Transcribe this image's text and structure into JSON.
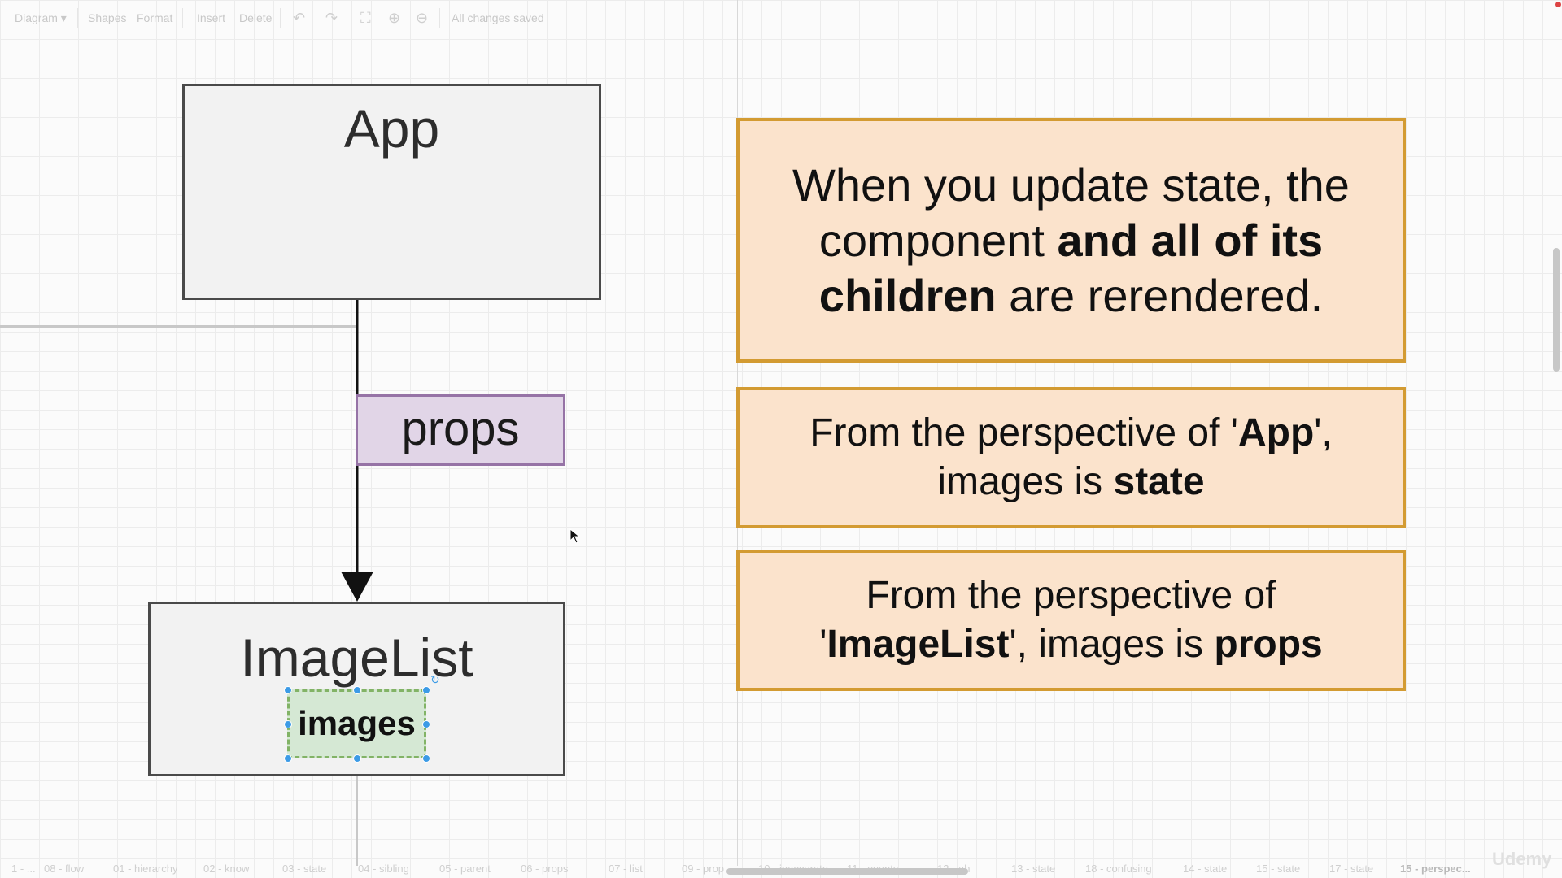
{
  "toolbar": {
    "diagram_label": "Diagram",
    "shapes_label": "Shapes",
    "format_label": "Format",
    "insert_label": "Insert",
    "delete_label": "Delete",
    "status": "All changes saved",
    "icons": [
      "undo-icon",
      "redo-icon",
      "fullscreen-icon",
      "zoom-in-icon",
      "zoom-out-icon"
    ]
  },
  "diagram": {
    "app_title": "App",
    "props_label": "props",
    "imagelist_title": "ImageList",
    "images_label": "images"
  },
  "notes": {
    "note1": {
      "line1": "When you update state, the",
      "line2_pre": "component ",
      "line2_bold": "and all of its",
      "line3_bold": "children",
      "line3_post": " are rerendered."
    },
    "note2": {
      "pre": "From the perspective of '",
      "bold1": "App",
      "post1": "',",
      "line2_pre": "images is ",
      "bold2": "state"
    },
    "note3": {
      "line1": "From the perspective of",
      "pre": "'",
      "bold1": "ImageList",
      "mid": "', images is ",
      "bold2": "props"
    }
  },
  "tabs": [
    "1 - ...",
    "08 - flow",
    "01 - hierarchy",
    "02 - know",
    "03 - state",
    "04 - sibling",
    "05 - parent",
    "06 - props",
    "07 - list",
    "09 - prop",
    "10 - inaccurate",
    "11 - events",
    "12 - ah",
    "13 - state",
    "18 - confusing",
    "14 - state",
    "15 - state",
    "17 - state",
    "15 - perspec..."
  ],
  "brand": "Udemy",
  "colors": {
    "note_fill": "#fbe3cc",
    "note_border": "#d39b32",
    "props_fill": "#e1d5e7",
    "props_border": "#9673a6",
    "images_fill": "#d5e8d4",
    "images_border": "#82b366",
    "component_fill": "#f2f2f2"
  }
}
